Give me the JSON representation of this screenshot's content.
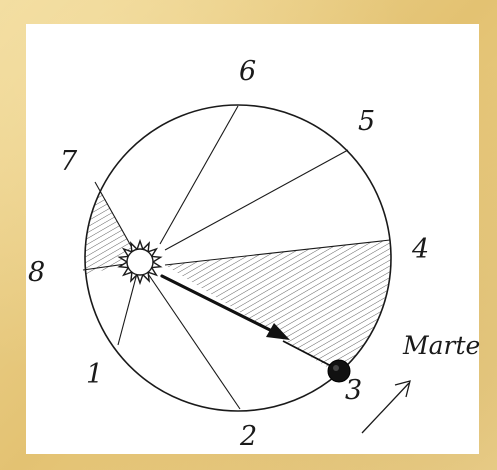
{
  "diagram": {
    "position_labels": [
      "1",
      "2",
      "3",
      "4",
      "5",
      "6",
      "7",
      "8"
    ],
    "planet_label": "Marte",
    "colors": {
      "ink": "#1a1a1a",
      "paper": "#ffffff",
      "frame": "#e9cf86"
    },
    "icons": {
      "sun": "sun-icon",
      "planet": "planet-icon",
      "arrow": "arrow-icon"
    }
  }
}
